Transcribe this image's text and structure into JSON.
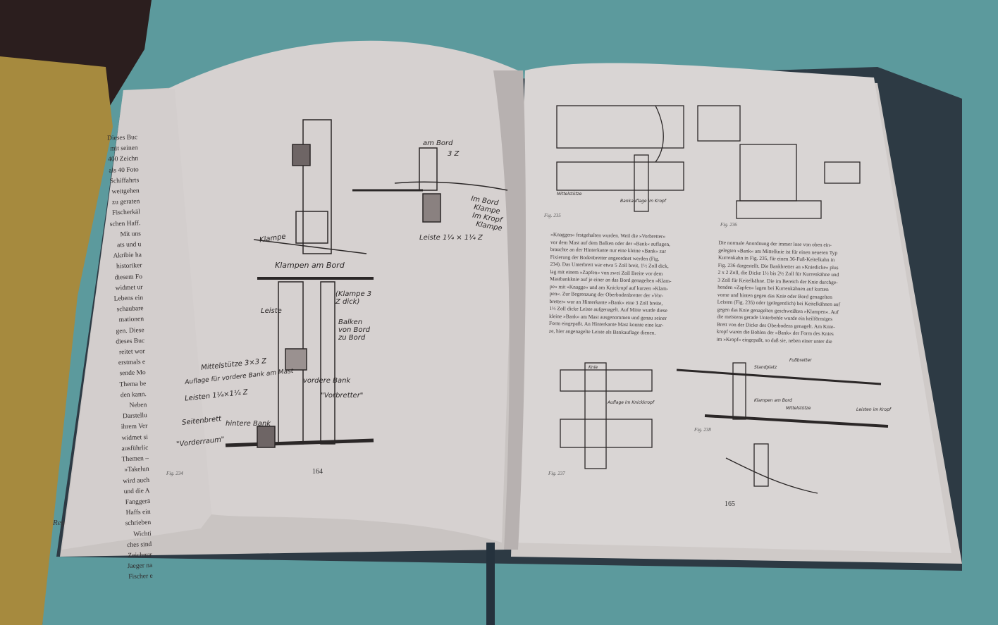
{
  "flap": {
    "lines": [
      "Dieses Buc",
      "mit seinen",
      "400 Zeichn",
      "als 40 Foto",
      "Schiffahrts",
      "weitgehen",
      "zu geraten",
      "Fischerkäl",
      "schen Haff.",
      "Mit uns",
      "ats und u",
      "Akribie ha",
      "historiker",
      "diesem Fo",
      "widmet ur",
      "Lebens ein",
      "schaubare",
      "mationen",
      "gen. Diese",
      "dieses Buc",
      "reitet wor",
      "erstmals e",
      "sende Mo",
      "Thema be",
      "den kann.",
      "Neben",
      "Darstellu",
      "ihrem Ver",
      "widmet si",
      "ausführlic",
      "Themen –",
      "»Takelun",
      "wird auch",
      "und die A",
      "Fanggerä",
      "Haffs ein",
      "schrieben",
      "Wichti",
      "ches sind",
      "Zeichnur",
      "Jaeger na",
      "Fischer e"
    ],
    "footer": "Reg"
  },
  "left_page": {
    "labels": [
      "am Bord",
      "3 Z",
      "Im Bord",
      "Klampe",
      "Im Kropf",
      "Klampe",
      "Leiste 1¼ × 1¼ Z",
      "Klampe",
      "Klampen am Bord",
      "(Klampe 3 Z dick)",
      "Leiste",
      "Balken von Bord zu Bord",
      "Mittelstütze 3×3 Z",
      "Auflage für vordere Bank am Mast",
      "Leisten 1¼×1¼ Z",
      "vordere Bank",
      "\"Vorbretter\"",
      "Seitenbrett",
      "hintere Bank",
      "\"Vorderraum\""
    ],
    "caption": "Fig. 234",
    "page_number": "164"
  },
  "right_page": {
    "captions": [
      "Fig. 235",
      "Fig. 236",
      "Fig. 237",
      "Fig. 238"
    ],
    "labels": [
      "Mittelstütze",
      "Bankauflage im Kropf",
      "Knie",
      "Auflage im Knickkropf",
      "Fußbretter",
      "Standplatz",
      "Klampen am Bord",
      "Mittelstütze",
      "Leisten im Kropf"
    ],
    "column_left": [
      "»Knaggen« festgehalten wurden. Weil die »Vorbretter«",
      "vor dem Mast auf dem Balken oder der »Bank« auflagen,",
      "brauchte an der Hinterkante nur eine kleine »Bank« zur",
      "Fixierung der Bodenbretter angeordnet werden (Fig.",
      "234). Das Unterbrett war etwa 5 Zoll breit, 1½ Zoll dick,",
      "lag mit einem »Zapfen« von zwei Zoll Breite vor dem",
      "Mastbankknie auf je einer an das Bord genagelten »Klam-",
      "pe« mit »Knagge« und am Knickropf auf kurzen »Klam-",
      "pen«. Zur Begrenzung der Oberbodenbretter der »Vor-",
      "bretter« war an Hinterkante »Bank« eine 3 Zoll breite,",
      "1½ Zoll dicke Leiste aufgenagelt. Auf Mitte wurde diese",
      "kleine »Bank« am Mast ausgenommen und genau seiner",
      "Form eingepaßt. An Hinterkante Mast konnte eine kur-",
      "ze, hier angenagelte Leiste als Bankauflage dienen."
    ],
    "column_right": [
      "Die normale Anordnung der immer lose von oben ein-",
      "gelegten »Bank« am Mittelknie ist für einen neueren Typ",
      "Kurrenkahn in Fig. 235, für einen 36-Fuß-Keitelkahn in",
      "Fig. 236 dargestellt. Die Bankbretter an »Kniedicke« plus",
      "2 x 2 Zoll, die Dicke 1½ bis 2½ Zoll für Kurrenkähne und",
      "3 Zoll für Keitelkähne. Die im Bereich der Knie durchge-",
      "henden »Zapfen« lagen bei Kurrenkähnen auf kurzen",
      "vorne und hinten gegen das Knie oder Bord genagelten",
      "Leisten (Fig. 235) oder (gelegentlich) bei Keitelkähnen auf",
      "gegen das Knie genagelten geschweißten »Klampen«. Auf",
      "die meistens gerade Unterbohle wurde ein keilförmiges",
      "Brett von der Dicke des Oberbodens genagelt. Am Knie-",
      "kropf waren die Bohlen der »Bank« der Form des Knies",
      "im »Kropf« eingepaßt, so daß sie, neben einer unter die"
    ],
    "page_number": "165"
  }
}
